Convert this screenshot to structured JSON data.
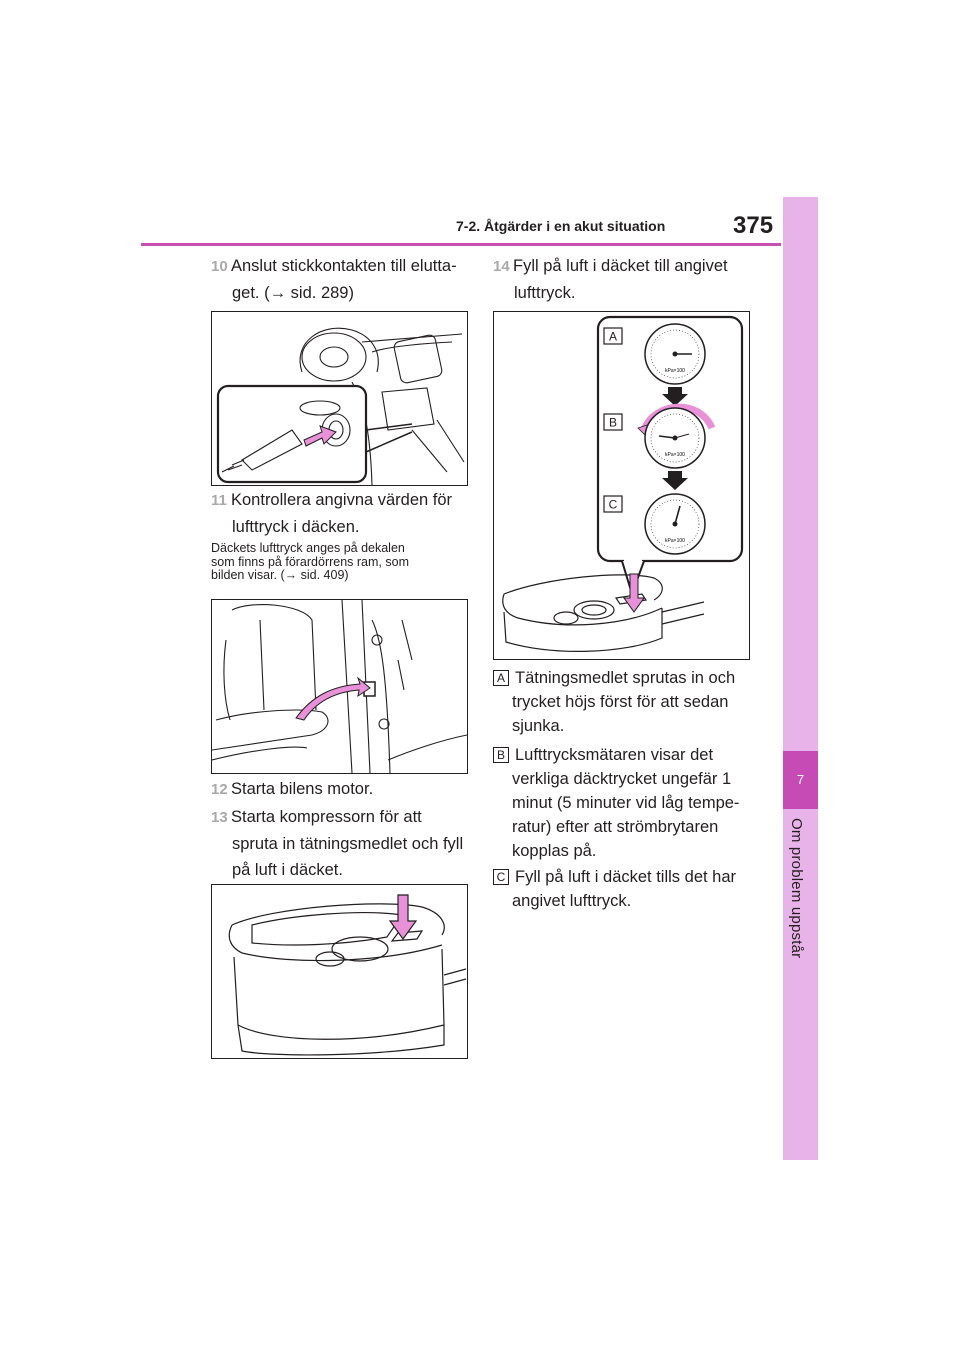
{
  "header": {
    "section_title": "7-2. Åtgärder i en akut situation",
    "page_number": "375"
  },
  "side_tab": {
    "chapter_number": "7",
    "chapter_title": "Om problem uppstår"
  },
  "left_column": {
    "step10": {
      "number": "10",
      "line1": "Anslut stickkontakten till elutta-",
      "line2": "get. (→ sid. 289)"
    },
    "step11": {
      "number": "11",
      "line1": "Kontrollera angivna värden för",
      "line2": "lufttryck i däcken."
    },
    "note": {
      "line1": "Däckets lufttryck anges på dekalen",
      "line2": "som finns på förardörrens ram, som",
      "line3": "bilden visar. (→ sid. 409)"
    },
    "step12": {
      "number": "12",
      "line1": "Starta bilens motor."
    },
    "step13": {
      "number": "13",
      "line1": "Starta kompressorn för att",
      "line2": "spruta in tätningsmedlet och fyll",
      "line3": "på luft i däcket."
    }
  },
  "right_column": {
    "step14": {
      "number": "14",
      "line1": "Fyll på luft i däcket till angivet",
      "line2": "lufttryck."
    },
    "figure_labels": {
      "a": "A",
      "b": "B",
      "c": "C",
      "gauge_unit": "kPa×100"
    },
    "items": [
      {
        "letter": "A",
        "line1": "Tätningsmedlet sprutas in och",
        "line2": "trycket höjs först för att sedan",
        "line3": "sjunka."
      },
      {
        "letter": "B",
        "line1": "Lufttrycksmätaren visar det",
        "line2": "verkliga däcktrycket ungefär 1",
        "line3": "minut (5 minuter vid låg tempe-",
        "line4": "ratur) efter att strömbrytaren",
        "line5": "kopplas på."
      },
      {
        "letter": "C",
        "line1": "Fyll på luft i däcket tills det har",
        "line2": "angivet lufttryck."
      }
    ]
  },
  "colors": {
    "accent_magenta": "#c94fb0",
    "side_tab_light": "#e8b3e8",
    "side_tab_active": "#c64bb4",
    "arrow_pink": "#e890d8"
  }
}
